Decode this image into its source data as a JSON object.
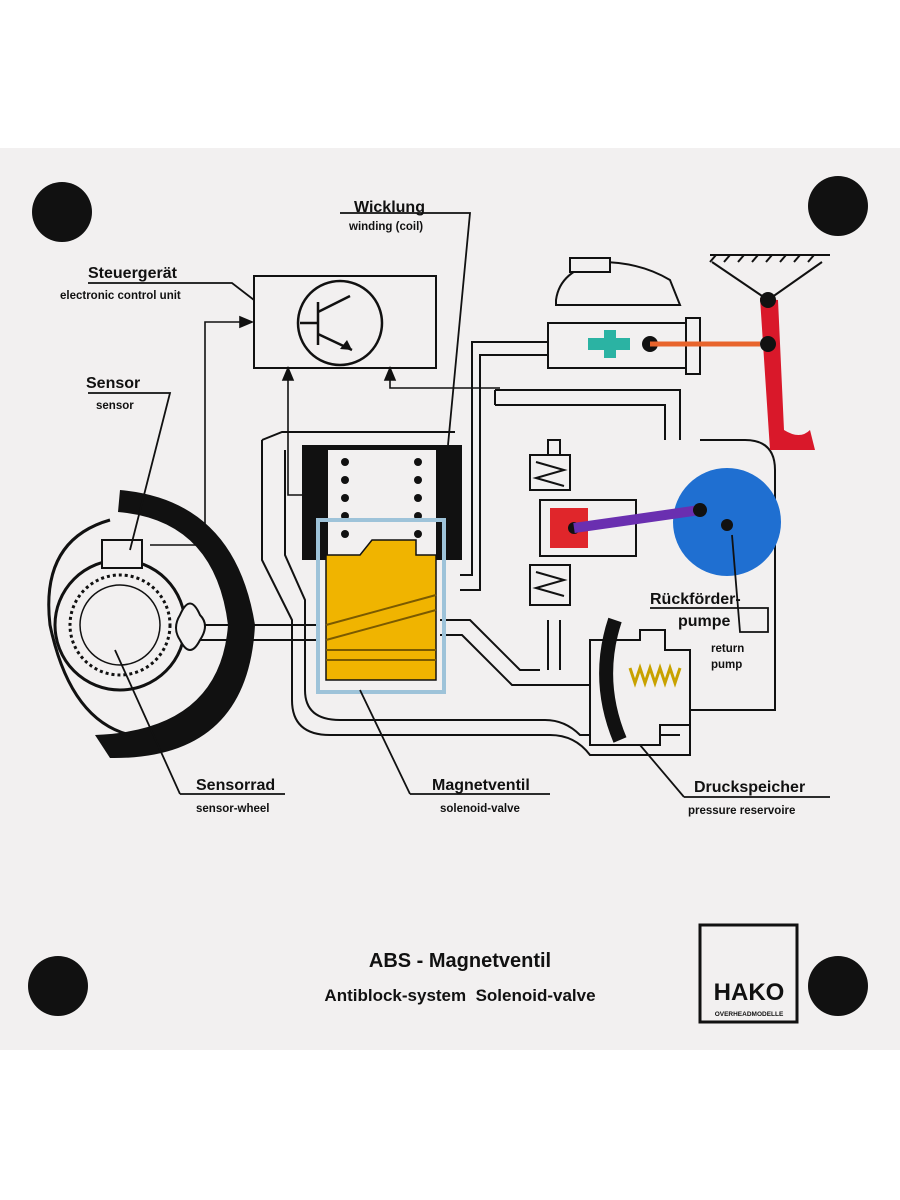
{
  "diagram": {
    "title": "ABS - Magnetventil",
    "subtitle": "Antiblock-system  Solenoid-valve",
    "labels": {
      "wicklung": {
        "de": "Wicklung",
        "en": "winding (coil)"
      },
      "steuergeraet": {
        "de": "Steuergerät",
        "en": "electronic control unit"
      },
      "sensor": {
        "de": "Sensor",
        "en": "sensor"
      },
      "rueckfoerderpumpe": {
        "de_line1": "Rückförder-",
        "de_line2": "pumpe",
        "en_line1": "return",
        "en_line2": "pump"
      },
      "sensorrad": {
        "de": "Sensorrad",
        "en": "sensor-wheel"
      },
      "magnetventil": {
        "de": "Magnetventil",
        "en": "solenoid-valve"
      },
      "druckspeicher": {
        "de": "Druckspeicher",
        "en": "pressure reservoire"
      }
    }
  },
  "logo": {
    "name": "HAKO",
    "tagline": "OVERHEADMODELLE"
  },
  "colors": {
    "board": "#f2f0f0",
    "solenoid_core": "#f0b400",
    "pump_wheel": "#1f6fd1",
    "pump_rod": "#6a2fb0",
    "piston": "#e0262b",
    "master_cylinder_core": "#2bb3a3",
    "pedal": "#d9182a",
    "pedal_link": "#e8642c"
  }
}
